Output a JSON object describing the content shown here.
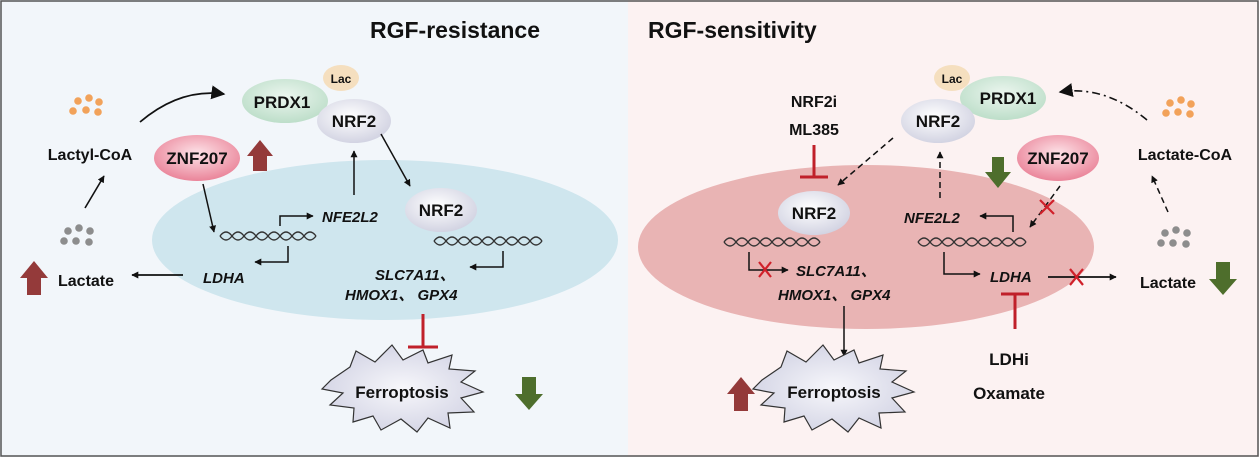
{
  "titles": {
    "left": "RGF-resistance",
    "right": "RGF-sensitivity",
    "left_color": "#3a6a96",
    "right_color": "#b01c1c"
  },
  "colors": {
    "left_panel": "#f2f6fa",
    "right_panel": "#fcf2f2",
    "left_ellipse": "#cfe6ee",
    "right_ellipse": "#e9b4b4",
    "prdx1": "#cfe8d9",
    "nrf2": "#e3e3ef",
    "lac": "#f5dfbf",
    "znf207": "#ef93a6",
    "up_arrow": "#943a3a",
    "down_arrow": "#4e6e2c",
    "inhibit": "#c0202a",
    "drug_text": "#3a8fa0"
  },
  "left": {
    "lac": "Lac",
    "prdx1": "PRDX1",
    "nrf2_complex": "NRF2",
    "znf207": "ZNF207",
    "lactyl_coa": "Lactyl-CoA",
    "lactate": "Lactate",
    "nfe2l2": "NFE2L2",
    "ldha": "LDHA",
    "nrf2_nuclear": "NRF2",
    "targets_line1": "SLC7A11、",
    "targets_line2": "HMOX1、 GPX4",
    "ferroptosis": "Ferroptosis",
    "lactate_change": "up",
    "znf207_change": "up",
    "ferroptosis_change": "down"
  },
  "right": {
    "lac": "Lac",
    "prdx1": "PRDX1",
    "nrf2_complex": "NRF2",
    "znf207": "ZNF207",
    "lactate_coa": "Lactate-CoA",
    "lactate": "Lactate",
    "nfe2l2": "NFE2L2",
    "ldha": "LDHA",
    "nrf2_nuclear": "NRF2",
    "targets_line1": "SLC7A11、",
    "targets_line2": "HMOX1、 GPX4",
    "ferroptosis": "Ferroptosis",
    "nrf2i_line1": "NRF2i",
    "nrf2i_line2": "ML385",
    "ldhi_line1": "LDHi",
    "ldhi_line2": "Oxamate",
    "lactate_change": "down",
    "znf207_change": "down",
    "ferroptosis_change": "up"
  }
}
